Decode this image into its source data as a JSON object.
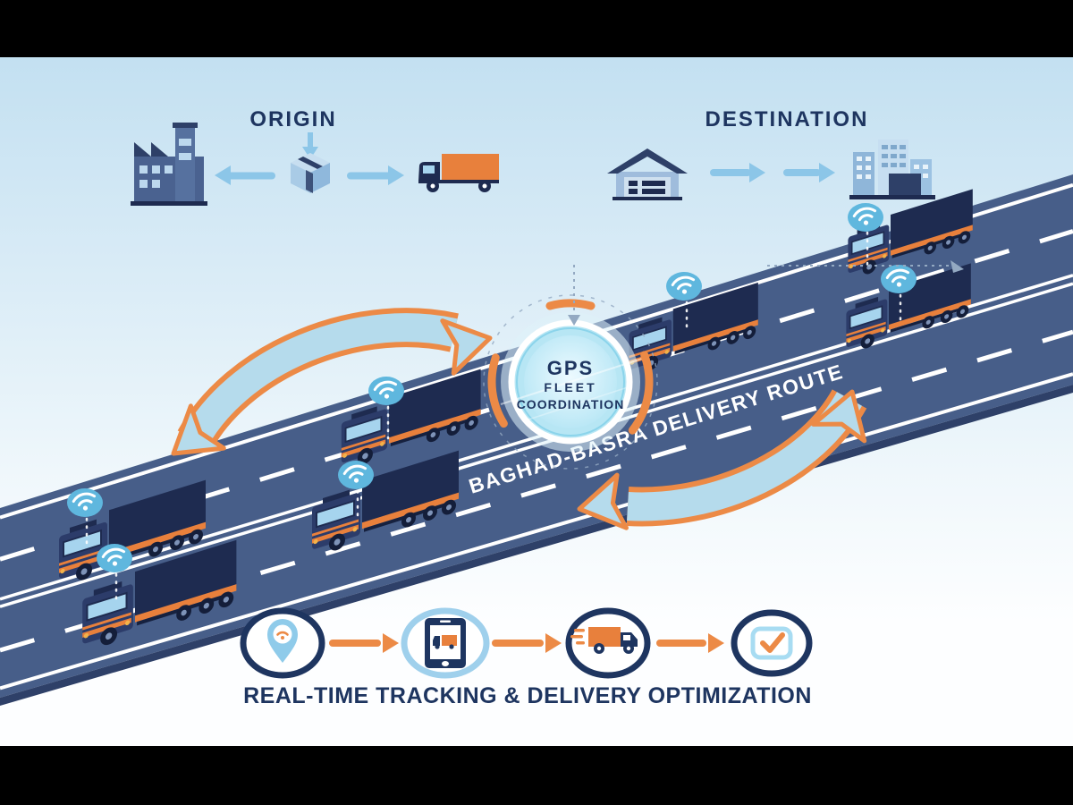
{
  "scene": {
    "top_flow": {
      "origin": {
        "label": "ORIGIN",
        "icons": [
          "factory-icon",
          "arrow-left-icon",
          "package-icon",
          "arrow-right-icon",
          "cargo-truck-icon"
        ]
      },
      "destination": {
        "label": "DESTINATION",
        "icons": [
          "warehouse-icon",
          "arrow-right-icon",
          "arrow-right-icon",
          "city-buildings-icon"
        ]
      }
    },
    "hub": {
      "line1": "GPS",
      "line2": "FLEET",
      "line3": "COORDINATION"
    },
    "road": {
      "route_label": "BAGHAD-BASRA DELIVERY ROUTE",
      "truck_count": 7
    },
    "footer": {
      "caption": "REAL-TIME TRACKING & DELIVERY OPTIMIZATION",
      "steps": [
        {
          "icon": "gps-pin-icon"
        },
        {
          "icon": "tablet-tracking-icon"
        },
        {
          "icon": "fast-truck-icon"
        },
        {
          "icon": "check-confirmed-icon"
        }
      ]
    },
    "colors": {
      "navy": "#1E3560",
      "orange": "#EC8A46",
      "road": "#475E89",
      "light_blue": "#8CC6E8",
      "badge_blue": "#5FB7DE",
      "background_top": "#C3E0F1"
    }
  }
}
